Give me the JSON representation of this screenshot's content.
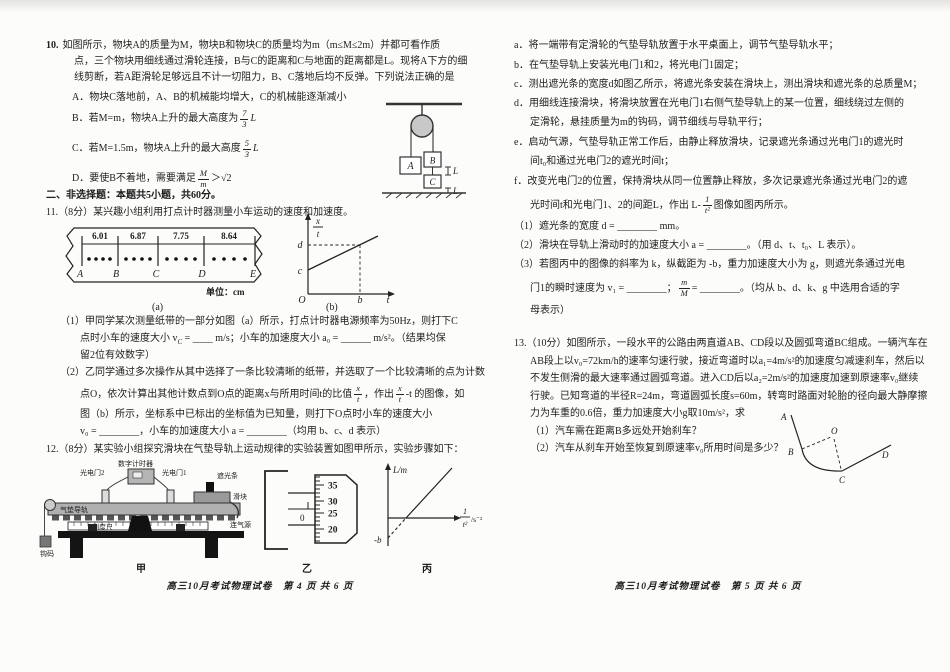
{
  "doc": {
    "page4": {
      "q10": {
        "num": "10.",
        "stem1": "如图所示，物块A的质量为M，物块B和物块C的质量均为m（m≤M≤2m）并都可看作质",
        "stem2": "点，三个物块用细线通过滑轮连接，B与C的距离和C与地面的距离都是L。现将A下方的细",
        "stem3": "线剪断，若A距滑轮足够远且不计一切阻力，B、C落地后均不反弹。下列说法正确的是",
        "optA": "A．物块C落地前，A、B的机械能均增大，C的机械能逐渐减小",
        "optB": {
          "pre": "B．若M=m，物块A上升的最大高度为",
          "num": "7",
          "den": "3",
          "post": "L"
        },
        "optC": {
          "pre": "C．若M=1.5m，物块A上升的最大高度",
          "num": "5",
          "den": "3",
          "post": "L"
        },
        "optD": {
          "pre": "D．要使B不着地，需要满足",
          "num": "M",
          "den": "m",
          "post": "＞√2"
        },
        "fig": {
          "blockA": "A",
          "blockB": "B",
          "blockC": "C",
          "gap1": "L",
          "gap2": "L"
        }
      },
      "section2": "二、非选择题：本题共5小题，共60分。",
      "q11": {
        "heading": "11.（8分）某兴趣小组利用打点计时器测量小车运动的速度和加速度。",
        "tape": {
          "d1": "6.01",
          "d2": "6.87",
          "d3": "7.75",
          "d4": "8.64",
          "pA": "A",
          "pB": "B",
          "pC": "C",
          "pD": "D",
          "pE": "E",
          "unit": "单位：cm",
          "caption": "(a)"
        },
        "graphB": {
          "ynum": "x",
          "yden": "t",
          "d": "d",
          "c": "c",
          "o": "O",
          "b": "b",
          "t": "t",
          "caption": "(b)"
        },
        "p1": {
          "l1": "（1）甲同学某次测量纸带的一部分如图（a）所示，打点计时器电源频率为50Hz，则打下C",
          "l2a": "点时小车的速度大小 v",
          "l2sub": "C",
          "l2b": " = ____ m/s；小车的加速度大小 a₀ = ______ m/s²。（结果均保",
          "l3": "留2位有效数字）"
        },
        "p2": {
          "l1": "（2）乙同学通过多次操作从其中选择了一条比较清晰的纸带，并选取了一个比较清晰的点为计数",
          "l2a": "点O，依次计算出其他计数点到O点的距离x与所用时间t的比值",
          "f1num": "x",
          "f1den": "t",
          "l2b": "，作出",
          "f2num": "x",
          "f2den": "t",
          "l2c": "-t 的图像，如",
          "l3": "图（b）所示，坐标系中已标出的坐标值为已知量，则打下O点时小车的速度大小",
          "l4": "v₀ = ________，小车的加速度大小 a = ________（均用 b、c、d 表示）"
        }
      },
      "q12": {
        "heading": "12.（8分）某实验小组探究滑块在气垫导轨上运动规律的实验装置如图甲所示，实验步骤如下：",
        "figJia": {
          "timer": "数字计时器",
          "gate2": "光电门2",
          "gate1": "光电门1",
          "flag": "遮光条",
          "slider": "滑块",
          "track": "气垫导轨",
          "ruler": "刻度尺",
          "air": "连气源",
          "weight": "钩码",
          "caption": "甲"
        },
        "figYi": {
          "n35": "35",
          "n30": "30",
          "n25": "25",
          "n20": "20",
          "zero": "0",
          "caption": "乙"
        },
        "figBing": {
          "ylabel": "L/m",
          "xnum": "1",
          "xden": "t²",
          "xunit": "/s⁻²",
          "intercept": "-b",
          "caption": "丙"
        }
      },
      "footer": "高三10月考试物理试卷　第 4 页 共 6 页"
    },
    "page5": {
      "steps": {
        "a": "a．将一端带有定滑轮的气垫导轨放置于水平桌面上，调节气垫导轨水平；",
        "b": "b．在气垫导轨上安装光电门1和2，将光电门1固定；",
        "c": "c．测出遮光条的宽度d如图乙所示，将遮光条安装在滑块上，测出滑块和遮光条的总质量M；",
        "d1": "d．用细线连接滑块，将滑块放置在光电门1右侧气垫导轨上的某一位置，细线绕过左侧的",
        "d2": "定滑轮，悬挂质量为m的钩码，调节细线与导轨平行；",
        "e1": "e．启动气源，气垫导轨正常工作后，由静止释放滑块，记录遮光条通过光电门1的遮光时",
        "e2": "间t₀和通过光电门2的遮光时间t；",
        "f1": "f．改变光电门2的位置，保持滑块从同一位置静止释放，多次记录遮光条通过光电门2的遮",
        "f2a": "光时间t和光电门1、2的间距L，作出 L-",
        "f2num": "1",
        "f2den": "t²",
        "f2b": " 图像如图丙所示。"
      },
      "parts": {
        "p1": "（1）遮光条的宽度 d = ________ mm。",
        "p2": "（2）滑块在导轨上滑动时的加速度大小 a = ________。（用 d、t、t₀、L 表示）。",
        "p3l1": "（3）若图丙中的图像的斜率为 k，纵截距为 -b，重力加速度大小为 g，则遮光条通过光电",
        "p3l2a": "门1的瞬时速度为 v₁ = ________；",
        "p3num": "m",
        "p3den": "M",
        "p3l2b": " = ________。（均从 b、d、k、g 中选用合适的字",
        "p3l3": "母表示）"
      },
      "q13": {
        "l1": "13.（10分）如图所示，一段水平的公路由两直道AB、CD段以及圆弧弯道BC组成。一辆汽车在",
        "l2": "AB段上以v₀=72km/h的速率匀速行驶，接近弯道时以a₁=4m/s²的加速度匀减速刹车，然后以",
        "l3": "不发生侧滑的最大速率通过圆弧弯道。进入CD后以a₂=2m/s²的加速度加速到原速率v₀继续",
        "l4": "行驶。已知弯道的半径R=24m，弯道圆弧长度s=60m，转弯时路面对轮胎的径向最大静摩擦",
        "l5": "力为车重的0.6倍，重力加速度大小g取10m/s²，求",
        "p1": "（1）汽车需在距离B多远处开始刹车？",
        "p2": "（2）汽车从刹车开始至恢复到原速率v₀所用时间是多少？",
        "fig": {
          "A": "A",
          "B": "B",
          "O": "O",
          "C": "C",
          "D": "D"
        }
      },
      "footer": "高三10月考试物理试卷　第 5 页 共 6 页"
    }
  }
}
